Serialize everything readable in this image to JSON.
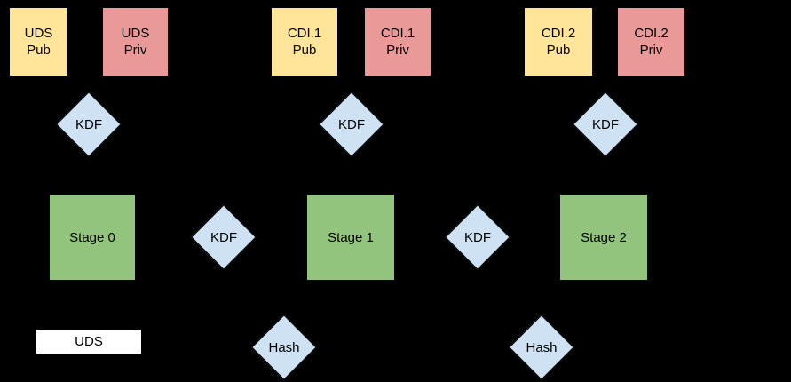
{
  "colors": {
    "background": "#000000",
    "pub_key_box": "#ffe599",
    "priv_key_box": "#ea9999",
    "stage_box": "#93c47d",
    "diamond": "#cfe2f3",
    "uds_bar": "#ffffff",
    "text": "#000000"
  },
  "key_boxes": [
    {
      "label": "UDS\nPub"
    },
    {
      "label": "UDS\nPriv"
    },
    {
      "label": "CDI.1\nPub"
    },
    {
      "label": "CDI.1\nPriv"
    },
    {
      "label": "CDI.2\nPub"
    },
    {
      "label": "CDI.2\nPriv"
    }
  ],
  "kdf_diamonds_top": [
    {
      "label": "KDF"
    },
    {
      "label": "KDF"
    },
    {
      "label": "KDF"
    }
  ],
  "stage_boxes": [
    {
      "label": "Stage 0"
    },
    {
      "label": "Stage 1"
    },
    {
      "label": "Stage 2"
    }
  ],
  "kdf_diamonds_mid": [
    {
      "label": "KDF"
    },
    {
      "label": "KDF"
    }
  ],
  "hash_diamonds": [
    {
      "label": "Hash"
    },
    {
      "label": "Hash"
    }
  ],
  "uds_bar": {
    "label": "UDS"
  }
}
